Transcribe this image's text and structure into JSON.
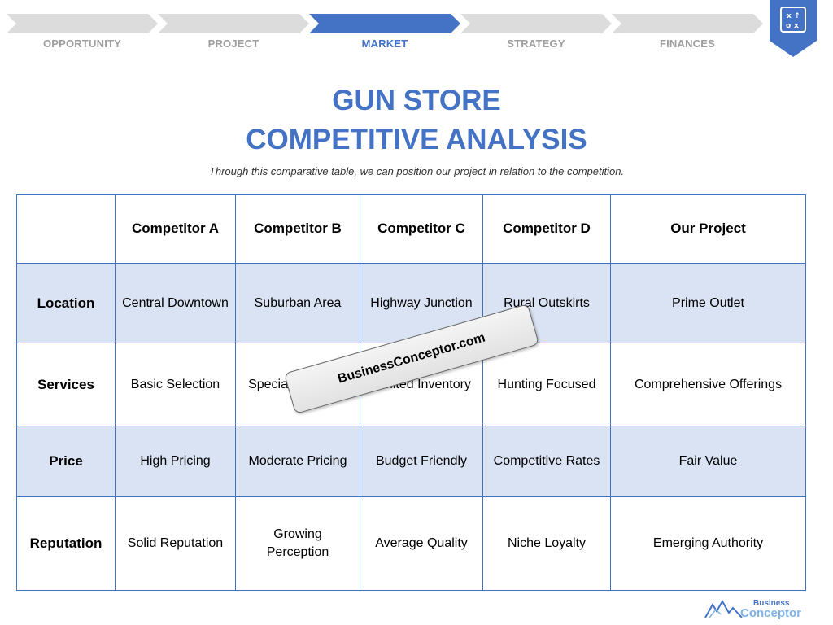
{
  "steps": [
    {
      "label": "OPPORTUNITY",
      "active": false
    },
    {
      "label": "PROJECT",
      "active": false
    },
    {
      "label": "MARKET",
      "active": true
    },
    {
      "label": "STRATEGY",
      "active": false
    },
    {
      "label": "FINANCES",
      "active": false
    }
  ],
  "colors": {
    "accent": "#4472c4",
    "inactive_step": "#dcdcdc",
    "row_shade": "#dae3f3"
  },
  "badge": {
    "icon": "strategy-board-icon"
  },
  "title": {
    "line1": "GUN STORE",
    "line2": "COMPETITIVE ANALYSIS"
  },
  "subtitle": "Through this comparative table, we can position our project in relation to the competition.",
  "table": {
    "columns": [
      "",
      "Competitor A",
      "Competitor B",
      "Competitor C",
      "Competitor D",
      "Our Project"
    ],
    "rows": [
      {
        "label": "Location",
        "cells": [
          "Central Downtown",
          "Suburban Area",
          "Highway Junction",
          "Rural Outskirts",
          "Prime Outlet"
        ]
      },
      {
        "label": "Services",
        "cells": [
          "Basic Selection",
          "Specialized Gear",
          "Limited Inventory",
          "Hunting Focused",
          "Comprehensive Offerings"
        ]
      },
      {
        "label": "Price",
        "cells": [
          "High Pricing",
          "Moderate Pricing",
          "Budget Friendly",
          "Competitive Rates",
          "Fair Value"
        ]
      },
      {
        "label": "Reputation",
        "cells": [
          "Solid Reputation",
          "Growing Perception",
          "Average Quality",
          "Niche Loyalty",
          "Emerging Authority"
        ]
      }
    ]
  },
  "watermark": "BusinessConceptor.com",
  "logo": {
    "top": "Business",
    "bottom": "Conceptor",
    "icon": "mountain-logo-icon"
  }
}
